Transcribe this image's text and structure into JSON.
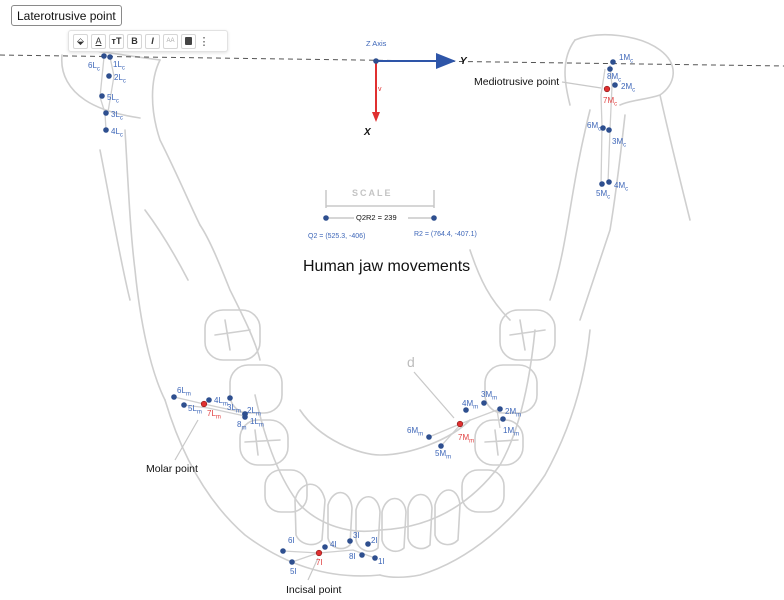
{
  "selected_text_box": {
    "label": "Laterotrusive point"
  },
  "text_toolbar": {
    "buttons": [
      {
        "name": "fill-color",
        "icon": "paint-bucket-icon",
        "glyph": "⬙"
      },
      {
        "name": "text-color",
        "icon": "text-color-icon",
        "glyph": "A"
      },
      {
        "name": "font-size",
        "icon": "font-size-icon",
        "glyph": "ᴛT"
      },
      {
        "name": "bold",
        "icon": "bold-icon",
        "glyph": "B"
      },
      {
        "name": "italic",
        "icon": "italic-icon",
        "glyph": "I"
      },
      {
        "name": "text-case",
        "icon": "text-case-icon",
        "glyph": "AA"
      },
      {
        "name": "delete",
        "icon": "trash-icon",
        "glyph": "🗑"
      },
      {
        "name": "more",
        "icon": "more-vertical-icon",
        "glyph": "⋮"
      }
    ]
  },
  "diagram": {
    "title": "Human jaw movements",
    "axes": {
      "z_label": "Z Axis",
      "y_label": "Y",
      "x_label": "X",
      "v_label": "v"
    },
    "scale": {
      "label": "SCALE",
      "distance_label": "Q2R2 = 239",
      "q_label": "Q2 = (525.3, -406)",
      "r_label": "R2 = (764.4, -407.1)"
    },
    "annotations": {
      "mediotrusive": "Mediotrusive point",
      "molar": "Molar point",
      "incisal": "Incisal point",
      "d": "d"
    },
    "colors": {
      "point": "#2e4f8f",
      "point_label": "#3d66b8",
      "highlight": "#e03030",
      "axis_y": "#2e55a8",
      "axis_x": "#e03030",
      "sketch": "#cfcfcf"
    },
    "point_groups": {
      "laterotrusive_condyle": [
        {
          "base": "6L",
          "sub": "c"
        },
        {
          "base": "1L",
          "sub": "c"
        },
        {
          "base": "2L",
          "sub": "c"
        },
        {
          "base": "5L",
          "sub": "c"
        },
        {
          "base": "3L",
          "sub": "c"
        },
        {
          "base": "4L",
          "sub": "c"
        }
      ],
      "mediotrusive_condyle": [
        {
          "base": "1M",
          "sub": "c"
        },
        {
          "base": "8M",
          "sub": "c"
        },
        {
          "base": "2M",
          "sub": "c"
        },
        {
          "base": "7M",
          "sub": "c",
          "highlight": true
        },
        {
          "base": "6M",
          "sub": "c"
        },
        {
          "base": "3M",
          "sub": "c"
        },
        {
          "base": "5M",
          "sub": "c"
        },
        {
          "base": "4M",
          "sub": "c"
        }
      ],
      "laterotrusive_molar": [
        {
          "base": "6L",
          "sub": "m"
        },
        {
          "base": "5L",
          "sub": "m"
        },
        {
          "base": "7L",
          "sub": "m",
          "highlight": true
        },
        {
          "base": "4L",
          "sub": "m"
        },
        {
          "base": "3L",
          "sub": "m"
        },
        {
          "base": "2L",
          "sub": "m"
        },
        {
          "base": "8",
          "sub": "m"
        },
        {
          "base": "1L",
          "sub": "m"
        }
      ],
      "mediotrusive_molar": [
        {
          "base": "3M",
          "sub": "m"
        },
        {
          "base": "4M",
          "sub": "m"
        },
        {
          "base": "2M",
          "sub": "m"
        },
        {
          "base": "6M",
          "sub": "m"
        },
        {
          "base": "7M",
          "sub": "m",
          "highlight": true
        },
        {
          "base": "1M",
          "sub": "m"
        },
        {
          "base": "5M",
          "sub": "m"
        }
      ],
      "incisal": [
        {
          "base": "6I"
        },
        {
          "base": "4I"
        },
        {
          "base": "3I"
        },
        {
          "base": "2I"
        },
        {
          "base": "5I"
        },
        {
          "base": "7I",
          "highlight": true
        },
        {
          "base": "8I"
        },
        {
          "base": "1I"
        }
      ]
    }
  }
}
